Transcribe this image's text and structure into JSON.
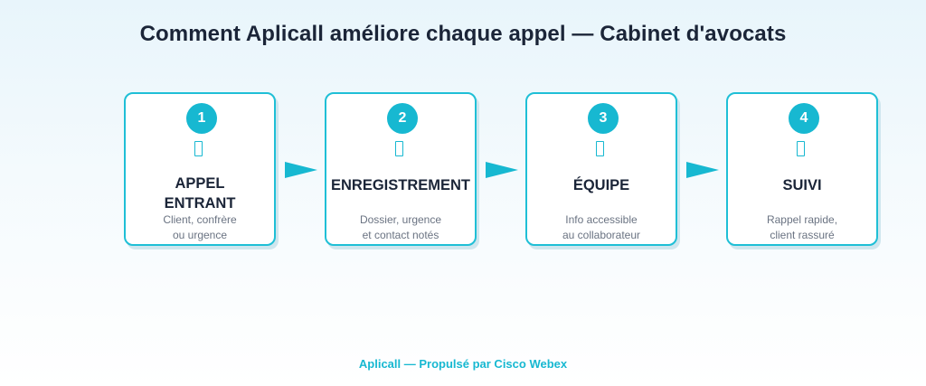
{
  "title": "Comment Aplicall améliore chaque appel — Cabinet d'avocats",
  "steps": [
    {
      "number": "1",
      "title": "APPEL ENTRANT",
      "description": "Client, confrère\nou urgence"
    },
    {
      "number": "2",
      "title": "ENREGISTREMENT",
      "description": "Dossier, urgence\net contact notés"
    },
    {
      "number": "3",
      "title": "ÉQUIPE",
      "description": "Info accessible\nau collaborateur"
    },
    {
      "number": "4",
      "title": "SUIVI",
      "description": "Rappel rapide,\nclient rassuré"
    }
  ],
  "footer": "Aplicall — Propulsé par Cisco Webex",
  "colors": {
    "accent": "#17b8d1",
    "text": "#1b2538",
    "muted": "#6a7382"
  },
  "icons": {
    "step_icon": "missing-glyph-icon",
    "connector": "arrow-right-icon"
  }
}
